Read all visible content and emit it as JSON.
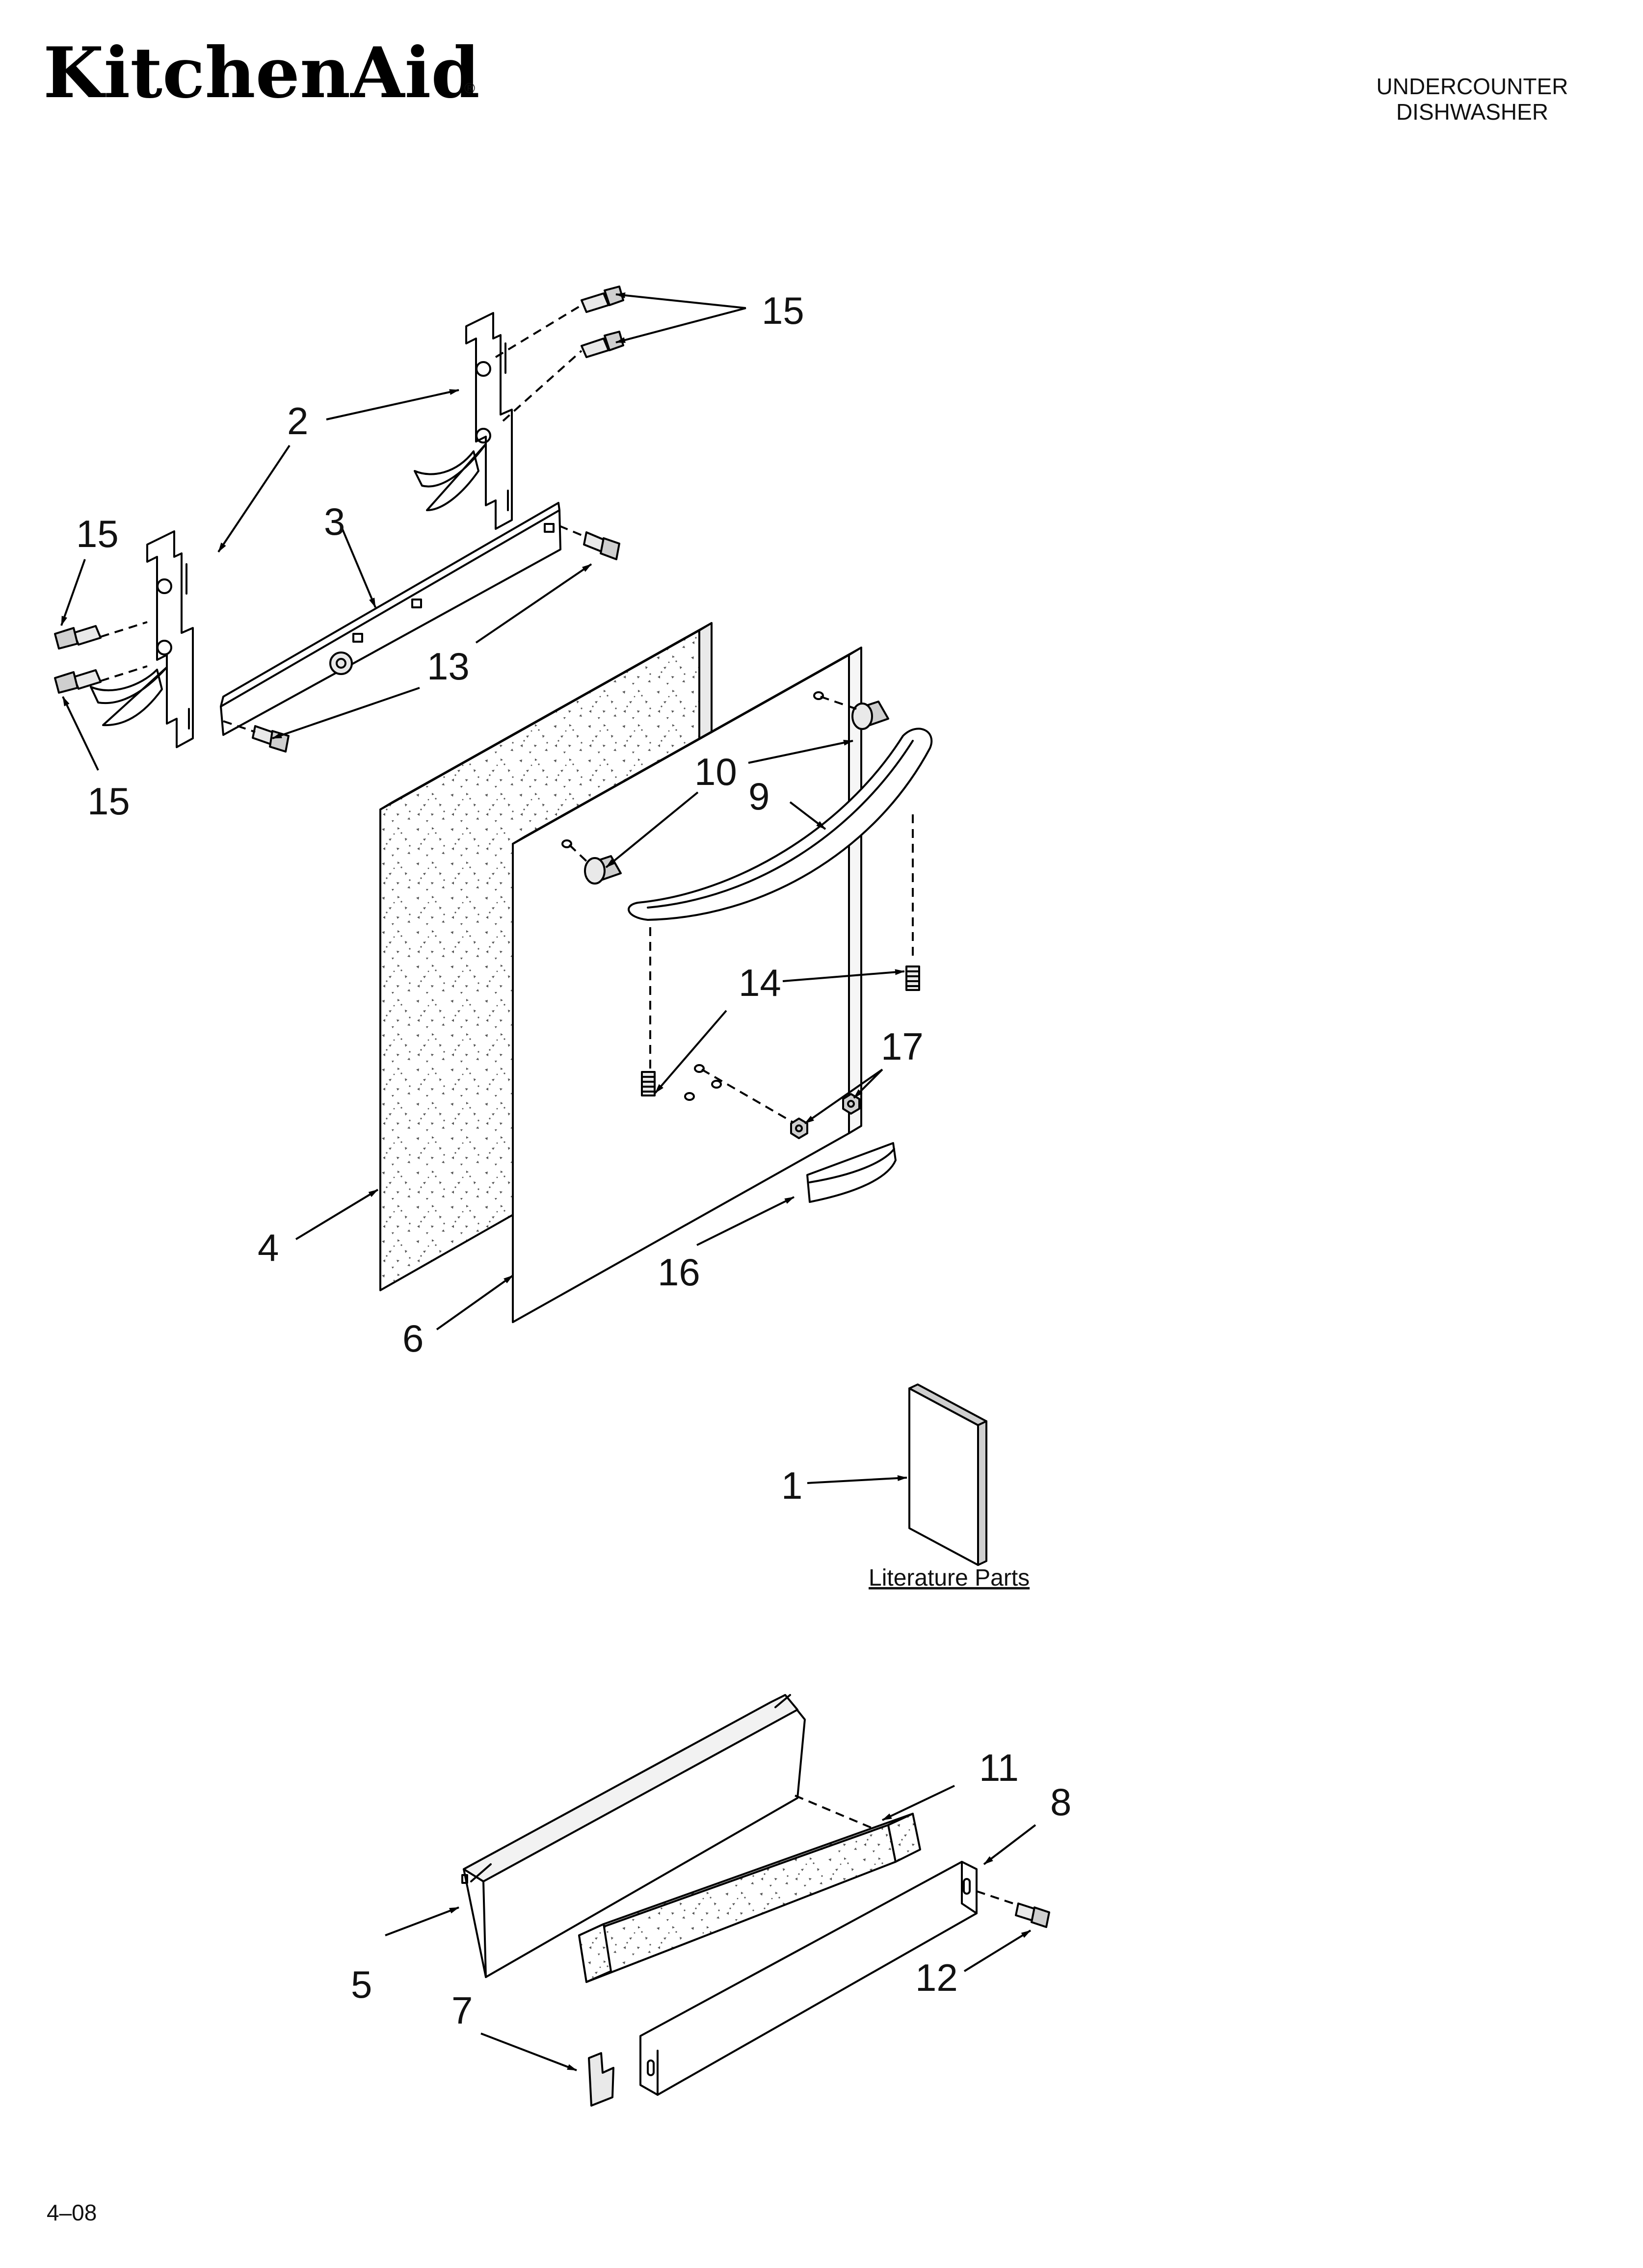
{
  "brand": {
    "logo_text": "KitchenAid",
    "registered_mark": "®"
  },
  "header": {
    "line1": "UNDERCOUNTER",
    "line2": "DISHWASHER"
  },
  "literature": {
    "caption": "Literature Parts"
  },
  "footer": {
    "code": "4–08"
  },
  "callouts": {
    "c1": "1",
    "c2": "2",
    "c3": "3",
    "c4": "4",
    "c5": "5",
    "c6": "6",
    "c7": "7",
    "c8": "8",
    "c9": "9",
    "c10": "10",
    "c11": "11",
    "c12": "12",
    "c13": "13",
    "c14": "14",
    "c15a": "15",
    "c15b": "15",
    "c15c": "15",
    "c16": "16",
    "c17": "17"
  }
}
